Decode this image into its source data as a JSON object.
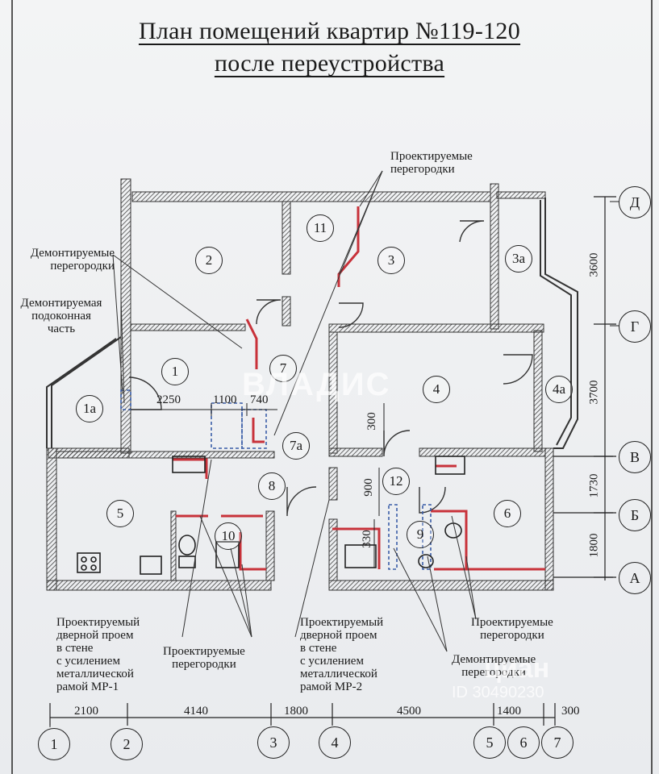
{
  "title": {
    "line1": "План помещений квартир №119-120",
    "line2": "после переустройства"
  },
  "rooms": [
    "1",
    "1а",
    "2",
    "3",
    "3а",
    "4",
    "4а",
    "5",
    "6",
    "7",
    "7а",
    "8",
    "9",
    "10",
    "11",
    "12"
  ],
  "axes_letters": [
    "Д",
    "Г",
    "В",
    "Б",
    "А"
  ],
  "axes_numbers": [
    "1",
    "2",
    "3",
    "4",
    "5",
    "6",
    "7"
  ],
  "dims_bottom": [
    "2100",
    "4140",
    "1800",
    "4500",
    "1400",
    "300"
  ],
  "dims_right": [
    "3600",
    "3700",
    "1730",
    "1800"
  ],
  "dims_inner": [
    "2250",
    "1100",
    "740",
    "300",
    "900",
    "330"
  ],
  "annotations": {
    "proj_partitions_top": "Проектируемые\nперегородки",
    "demont_partitions_left": "Демонтируемые\nперегородки",
    "demont_sill": "Демонтируемая\nподоконная\nчасть",
    "proj_door_mp1": "Проектируемый\nдверной проем\nв стене\nс усилением\nметаллической\nрамой МР-1",
    "proj_partitions_mid": "Проектируемые\nперегородки",
    "proj_door_mp2": "Проектируемый\nдверной проем\nв стене\nс усилением\nметаллической\nрамой МР-2",
    "proj_partitions_right": "Проектируемые\nперегородки",
    "demont_partitions_right": "Демонтируемые\nперегородки"
  },
  "watermark": {
    "brand": "ВЛАДИС",
    "logo": "циан",
    "id": "ID 30490230"
  },
  "colors": {
    "wall": "#3a3a3a",
    "new_partition": "#c8323a",
    "line": "#222222"
  }
}
